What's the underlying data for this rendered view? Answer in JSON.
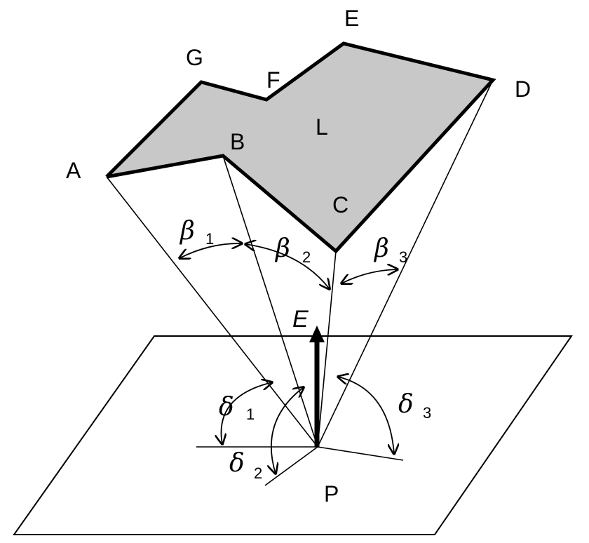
{
  "colors": {
    "surface_fill": "#c8c8c8",
    "ink": "#000000",
    "background": "#ffffff"
  },
  "points": {
    "A": "A",
    "B": "B",
    "C": "C",
    "D": "D",
    "E": "E",
    "F": "F",
    "G": "G",
    "L": "L",
    "P": "P"
  },
  "field_vector": "E",
  "angles": {
    "beta": [
      {
        "symbol": "β",
        "index": "1"
      },
      {
        "symbol": "β",
        "index": "2"
      },
      {
        "symbol": "β",
        "index": "3"
      }
    ],
    "delta": [
      {
        "symbol": "δ",
        "index": "1"
      },
      {
        "symbol": "δ",
        "index": "2"
      },
      {
        "symbol": "δ",
        "index": "3"
      }
    ]
  }
}
